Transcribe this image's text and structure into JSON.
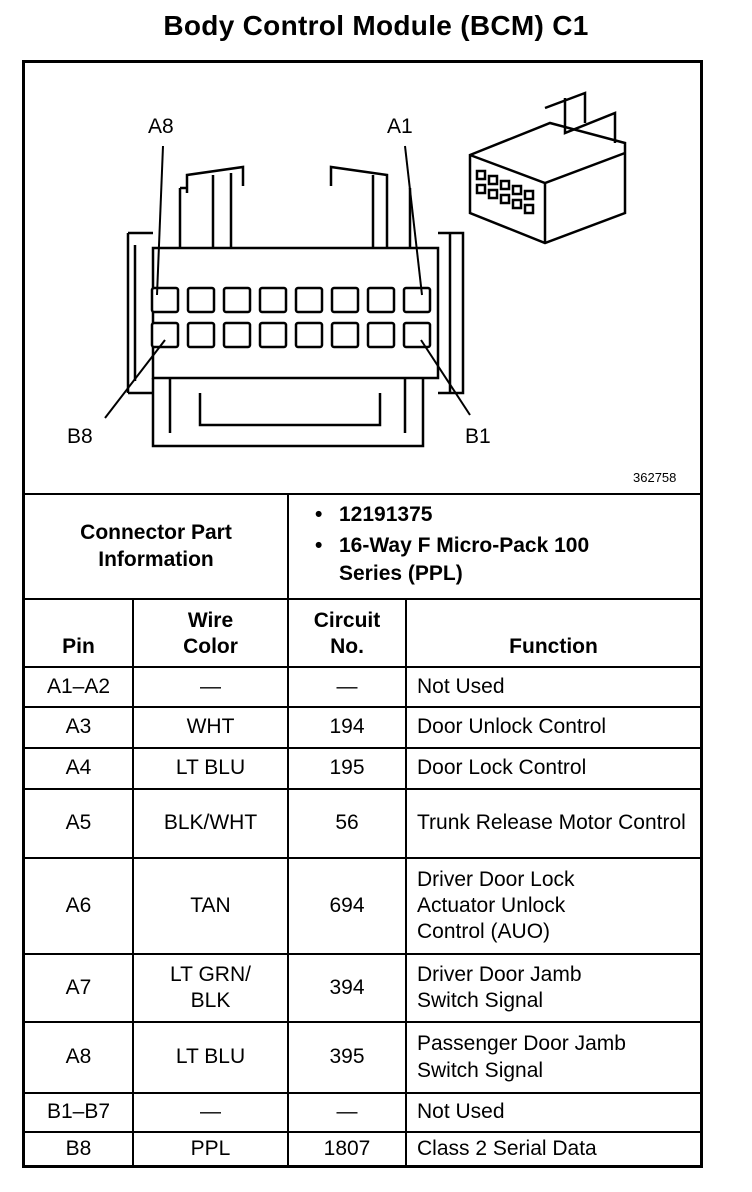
{
  "title": "Body Control Module (BCM) C1",
  "diagram": {
    "labels": {
      "a8": "A8",
      "a1": "A1",
      "b8": "B8",
      "b1": "B1"
    },
    "figure_number": "362758"
  },
  "connector_info": {
    "label": "Connector Part Information",
    "items": [
      "12191375",
      "16-Way F Micro-Pack 100 Series (PPL)"
    ]
  },
  "table": {
    "headers": {
      "pin": "Pin",
      "wire": "Wire Color",
      "circuit": "Circuit No.",
      "function": "Function"
    },
    "rows": [
      {
        "pin": "A1–A2",
        "wire": "—",
        "circuit": "—",
        "function": "Not Used"
      },
      {
        "pin": "A3",
        "wire": "WHT",
        "circuit": "194",
        "function": "Door Unlock Control"
      },
      {
        "pin": "A4",
        "wire": "LT BLU",
        "circuit": "195",
        "function": "Door Lock Control"
      },
      {
        "pin": "A5",
        "wire": "BLK/WHT",
        "circuit": "56",
        "function": "Trunk Release Motor Control"
      },
      {
        "pin": "A6",
        "wire": "TAN",
        "circuit": "694",
        "function": "Driver Door Lock Actuator Unlock Control (AUO)"
      },
      {
        "pin": "A7",
        "wire": "LT GRN/ BLK",
        "circuit": "394",
        "function": "Driver Door Jamb Switch Signal"
      },
      {
        "pin": "A8",
        "wire": "LT BLU",
        "circuit": "395",
        "function": "Passenger Door Jamb Switch Signal"
      },
      {
        "pin": "B1–B7",
        "wire": "—",
        "circuit": "—",
        "function": "Not Used"
      },
      {
        "pin": "B8",
        "wire": "PPL",
        "circuit": "1807",
        "function": "Class 2 Serial Data"
      }
    ]
  }
}
